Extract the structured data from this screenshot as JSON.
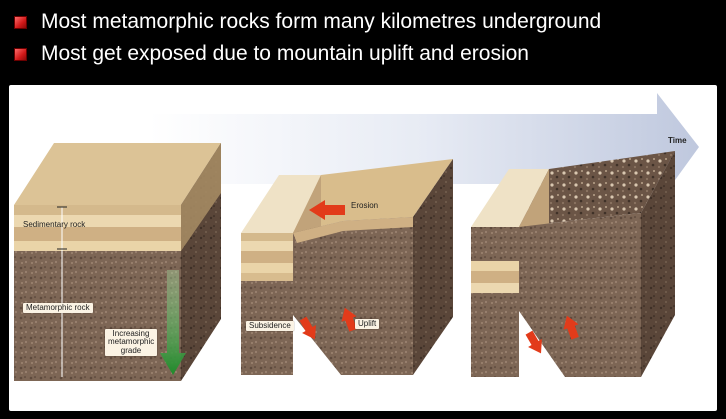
{
  "bullets": [
    "Most metamorphic rocks form many kilometres underground",
    "Most get exposed due to mountain uplift and erosion"
  ],
  "diagram": {
    "time_label": "Time",
    "sedimentary_label": "Sedimentary rock",
    "metamorphic_label": "Metamorphic rock",
    "grade_label": "Increasing metamorphic grade",
    "erosion_label": "Erosion",
    "subsidence_label": "Subsidence",
    "uplift_label": "Uplift"
  },
  "colors": {
    "background": "#000000",
    "bullet_text": "#ffffff",
    "bullet_marker": "#d01818",
    "time_arrow": "#c5cde2",
    "sediment_top": "#dcc396",
    "sediment_layer_light": "#ecd8b0",
    "sediment_layer_dark": "#cfb084",
    "metamorphic": "#7d6655",
    "grade_arrow": "#3aa03a",
    "motion_arrow": "#e23b1a"
  }
}
